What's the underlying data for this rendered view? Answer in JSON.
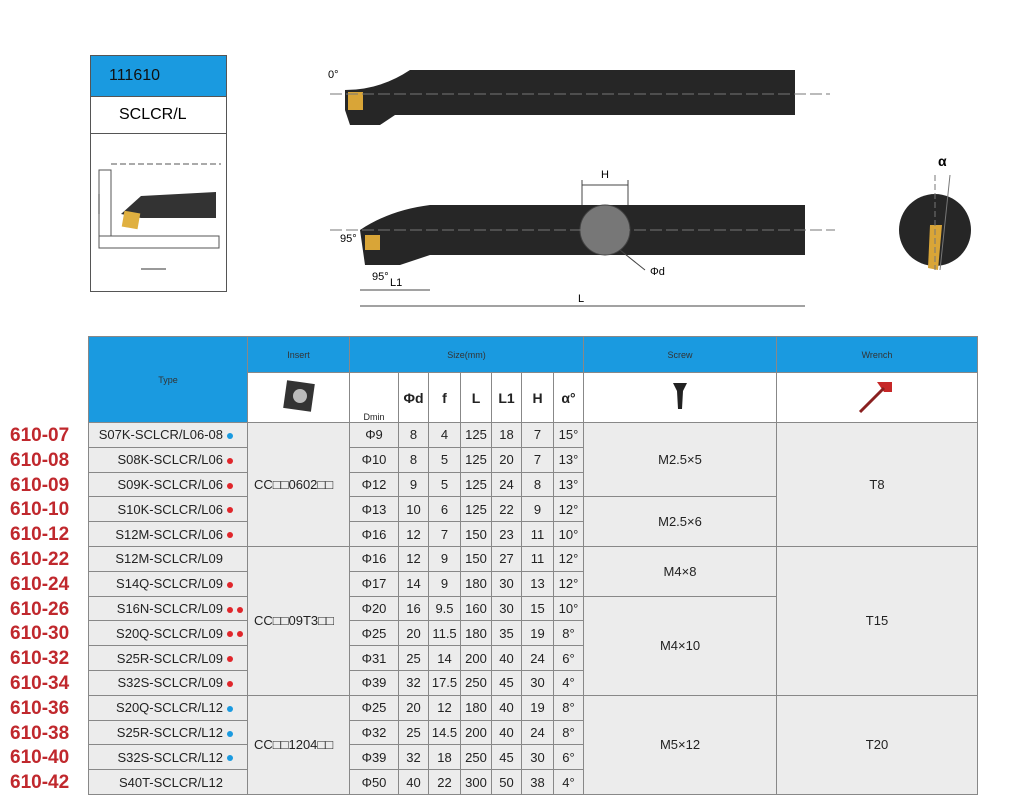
{
  "code_box": {
    "code": "111610",
    "name": "SCLCR/L"
  },
  "drawing_labels": {
    "angle0": "0°",
    "angle95a": "95°",
    "angle95b": "95°",
    "L1": "L1",
    "L": "L",
    "H": "H",
    "phid": "Φd",
    "alpha": "α"
  },
  "row_labels": [
    "610-07",
    "610-08",
    "610-09",
    "610-10",
    "610-12",
    "610-22",
    "610-24",
    "610-26",
    "610-30",
    "610-32",
    "610-34",
    "610-36",
    "610-38",
    "610-40",
    "610-42"
  ],
  "table": {
    "headers": {
      "type": "Type",
      "insert": "Insert",
      "size": "Size(mm)",
      "screw": "Screw",
      "wrench": "Wrench",
      "dmin": "Dmin",
      "phid": "Φd",
      "f": "f",
      "L": "L",
      "L1": "L1",
      "H": "H",
      "alpha": "α°"
    },
    "colors": {
      "red": "#e0262b",
      "blue": "#1a9ae0"
    },
    "rows": [
      {
        "type": "S07K-SCLCR/L06-08",
        "dots": [
          "blue"
        ],
        "dmin": "Φ9",
        "d": "8",
        "f": "4",
        "L": "125",
        "L1": "18",
        "H": "7",
        "a": "15°"
      },
      {
        "type": "S08K-SCLCR/L06",
        "dots": [
          "red"
        ],
        "dmin": "Φ10",
        "d": "8",
        "f": "5",
        "L": "125",
        "L1": "20",
        "H": "7",
        "a": "13°"
      },
      {
        "type": "S09K-SCLCR/L06",
        "dots": [
          "red"
        ],
        "dmin": "Φ12",
        "d": "9",
        "f": "5",
        "L": "125",
        "L1": "24",
        "H": "8",
        "a": "13°"
      },
      {
        "type": "S10K-SCLCR/L06",
        "dots": [
          "red"
        ],
        "dmin": "Φ13",
        "d": "10",
        "f": "6",
        "L": "125",
        "L1": "22",
        "H": "9",
        "a": "12°"
      },
      {
        "type": "S12M-SCLCR/L06",
        "dots": [
          "red"
        ],
        "dmin": "Φ16",
        "d": "12",
        "f": "7",
        "L": "150",
        "L1": "23",
        "H": "11",
        "a": "10°"
      },
      {
        "type": "S12M-SCLCR/L09",
        "dots": [],
        "dmin": "Φ16",
        "d": "12",
        "f": "9",
        "L": "150",
        "L1": "27",
        "H": "11",
        "a": "12°"
      },
      {
        "type": "S14Q-SCLCR/L09",
        "dots": [
          "red"
        ],
        "dmin": "Φ17",
        "d": "14",
        "f": "9",
        "L": "180",
        "L1": "30",
        "H": "13",
        "a": "12°"
      },
      {
        "type": "S16N-SCLCR/L09",
        "dots": [
          "red",
          "red"
        ],
        "dmin": "Φ20",
        "d": "16",
        "f": "9.5",
        "L": "160",
        "L1": "30",
        "H": "15",
        "a": "10°"
      },
      {
        "type": "S20Q-SCLCR/L09",
        "dots": [
          "red",
          "red"
        ],
        "dmin": "Φ25",
        "d": "20",
        "f": "11.5",
        "L": "180",
        "L1": "35",
        "H": "19",
        "a": "8°"
      },
      {
        "type": "S25R-SCLCR/L09",
        "dots": [
          "red"
        ],
        "dmin": "Φ31",
        "d": "25",
        "f": "14",
        "L": "200",
        "L1": "40",
        "H": "24",
        "a": "6°"
      },
      {
        "type": "S32S-SCLCR/L09",
        "dots": [
          "red"
        ],
        "dmin": "Φ39",
        "d": "32",
        "f": "17.5",
        "L": "250",
        "L1": "45",
        "H": "30",
        "a": "4°"
      },
      {
        "type": "S20Q-SCLCR/L12",
        "dots": [
          "blue"
        ],
        "dmin": "Φ25",
        "d": "20",
        "f": "12",
        "L": "180",
        "L1": "40",
        "H": "19",
        "a": "8°"
      },
      {
        "type": "S25R-SCLCR/L12",
        "dots": [
          "blue"
        ],
        "dmin": "Φ32",
        "d": "25",
        "f": "14.5",
        "L": "200",
        "L1": "40",
        "H": "24",
        "a": "8°"
      },
      {
        "type": "S32S-SCLCR/L12",
        "dots": [
          "blue"
        ],
        "dmin": "Φ39",
        "d": "32",
        "f": "18",
        "L": "250",
        "L1": "45",
        "H": "30",
        "a": "6°"
      },
      {
        "type": "S40T-SCLCR/L12",
        "dots": [],
        "dmin": "Φ50",
        "d": "40",
        "f": "22",
        "L": "300",
        "L1": "50",
        "H": "38",
        "a": "4°"
      }
    ],
    "inserts": [
      {
        "label": "CC□□0602□□",
        "start": 0,
        "span": 5
      },
      {
        "label": "CC□□09T3□□",
        "start": 5,
        "span": 6
      },
      {
        "label": "CC□□1204□□",
        "start": 11,
        "span": 4
      }
    ],
    "screws": [
      {
        "label": "M2.5×5",
        "start": 0,
        "span": 3
      },
      {
        "label": "M2.5×6",
        "start": 3,
        "span": 2
      },
      {
        "label": "M4×8",
        "start": 5,
        "span": 2
      },
      {
        "label": "M4×10",
        "start": 7,
        "span": 4
      },
      {
        "label": "M5×12",
        "start": 11,
        "span": 4
      }
    ],
    "wrenches": [
      {
        "label": "T8",
        "start": 0,
        "span": 5
      },
      {
        "label": "T15",
        "start": 5,
        "span": 6
      },
      {
        "label": "T20",
        "start": 11,
        "span": 4
      }
    ]
  }
}
